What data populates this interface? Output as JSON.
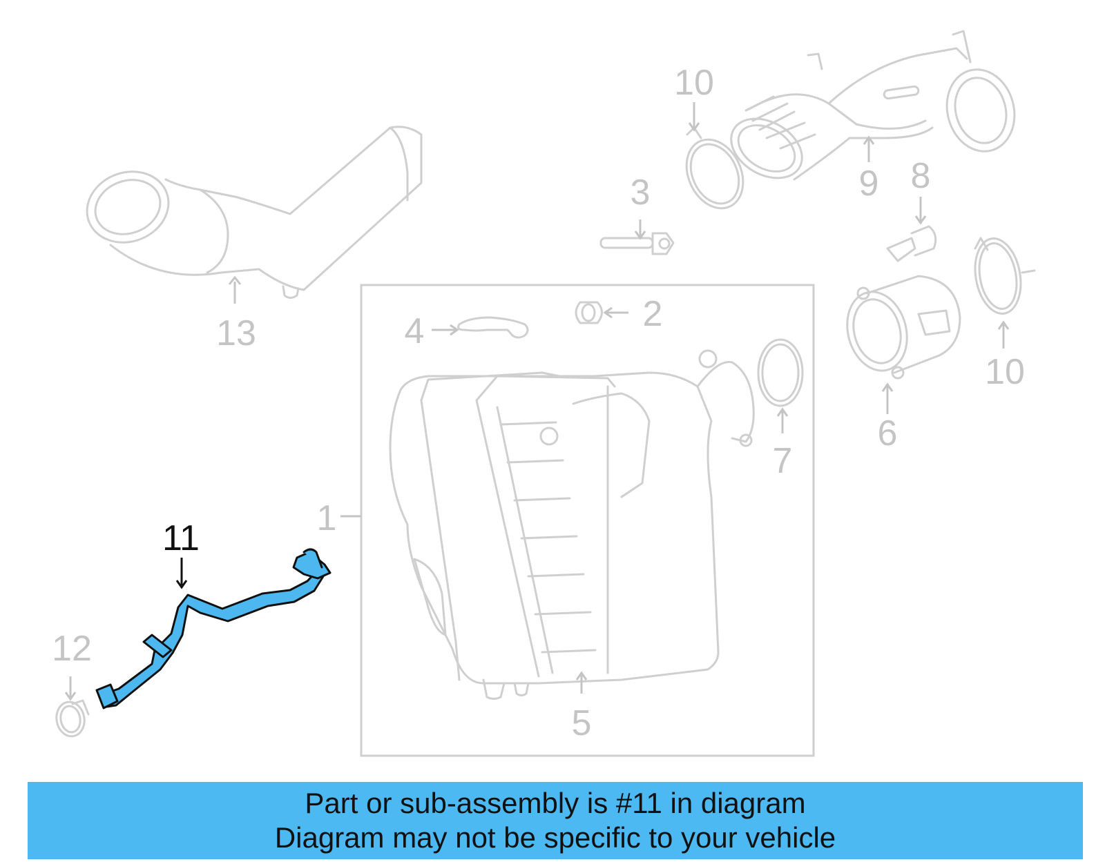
{
  "diagram": {
    "highlight_color": "#4db8f0",
    "callouts": [
      {
        "id": "1",
        "label": "1"
      },
      {
        "id": "2",
        "label": "2"
      },
      {
        "id": "3",
        "label": "3"
      },
      {
        "id": "4",
        "label": "4"
      },
      {
        "id": "5",
        "label": "5"
      },
      {
        "id": "6",
        "label": "6"
      },
      {
        "id": "7",
        "label": "7"
      },
      {
        "id": "8",
        "label": "8"
      },
      {
        "id": "9",
        "label": "9"
      },
      {
        "id": "10a",
        "label": "10"
      },
      {
        "id": "10b",
        "label": "10"
      },
      {
        "id": "11",
        "label": "11",
        "highlighted": true
      },
      {
        "id": "12",
        "label": "12"
      },
      {
        "id": "13",
        "label": "13"
      }
    ]
  },
  "banner": {
    "color": "#4cb9f2",
    "line1": "Part or sub-assembly is #11 in diagram",
    "line2": "Diagram may not be specific to your vehicle"
  }
}
